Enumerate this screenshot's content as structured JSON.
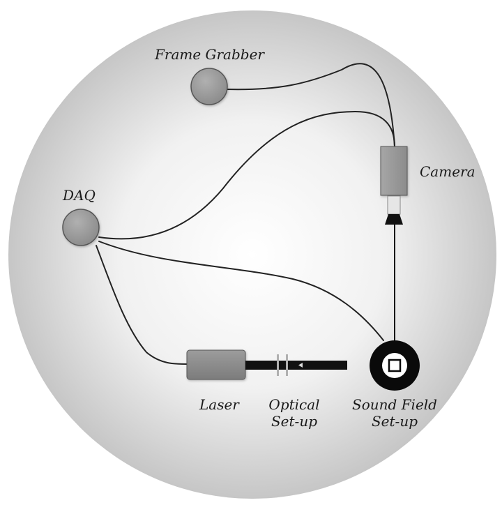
{
  "diagram": {
    "labels": {
      "frame_grabber": "Frame Grabber",
      "daq": "DAQ",
      "camera": "Camera",
      "laser": "Laser",
      "optical_setup_line1": "Optical",
      "optical_setup_line2": "Set-up",
      "sound_field_line1": "Sound Field",
      "sound_field_line2": "Set-up"
    },
    "colors": {
      "background_center": "#ffffff",
      "background_edge": "#c9c9c9",
      "node_fill": "#9a9a9a",
      "laser_fill": "#8a8a8a",
      "camera_body": "#9a9a9a",
      "wire": "#222222",
      "beam": "#111111"
    }
  }
}
